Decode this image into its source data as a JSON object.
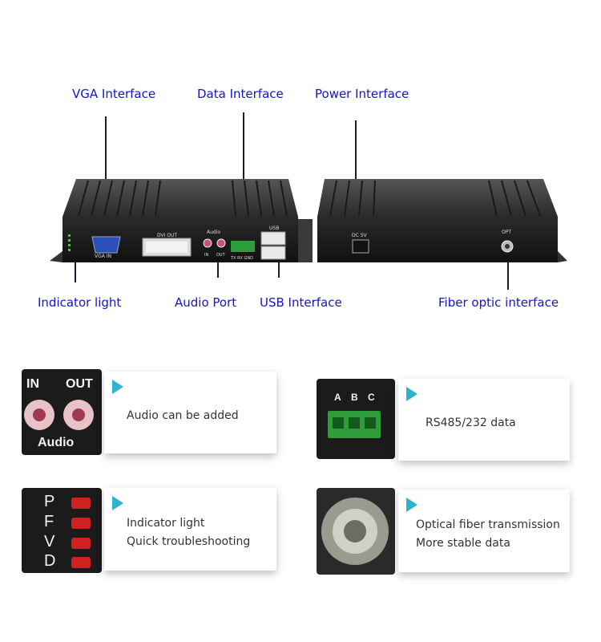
{
  "callouts": {
    "vga": "VGA Interface",
    "data": "Data Interface",
    "power": "Power Interface",
    "indicator": "Indicator light",
    "audio": "Audio Port",
    "usb": "USB Interface",
    "fiber": "Fiber optic interface"
  },
  "device_labels": {
    "vga_in": "VGA IN",
    "dvi_out": "DVI OUT",
    "audio": "Audio",
    "audio_in": "IN",
    "audio_out": "OUT",
    "data_pins": "TX RX GND",
    "usb": "USB",
    "dc": "DC 5V",
    "opt": "OPT"
  },
  "features": [
    {
      "lines": [
        "Audio can be added"
      ],
      "photo": {
        "in": "IN",
        "out": "OUT",
        "audio": "Audio"
      }
    },
    {
      "lines": [
        "RS485/232 data"
      ],
      "photo": {
        "a": "A",
        "b": "B",
        "c": "C"
      }
    },
    {
      "lines": [
        "Indicator light",
        "Quick troubleshooting"
      ],
      "photo": {
        "p": "P",
        "f": "F",
        "v": "V",
        "d": "D"
      }
    },
    {
      "lines": [
        "Optical fiber transmission",
        "More stable data"
      ]
    }
  ],
  "colors": {
    "callout_text": "#1414c8",
    "accent_triangle": "#2fb3cf",
    "terminal_green": "#2e9e3a",
    "led_red": "#d12020"
  }
}
